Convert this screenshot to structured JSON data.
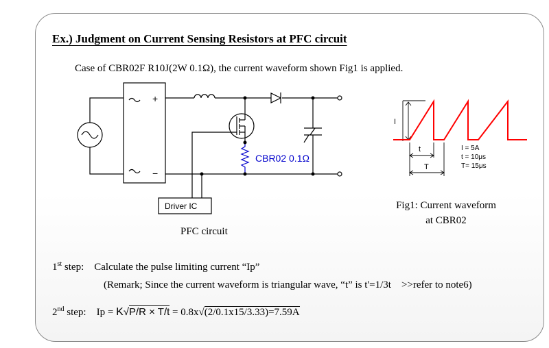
{
  "title": "Ex.) Judgment on Current Sensing Resistors at PFC circuit",
  "case_line": "Case of CBR02F R10J(2W 0.1Ω), the current waveform shown Fig1 is applied.",
  "circuit": {
    "resistor_label": "CBR02 0.1Ω",
    "driver_label": "Driver IC",
    "plus_sign": "+",
    "minus_sign": "−",
    "caption": "PFC circuit"
  },
  "waveform": {
    "label_I": "I",
    "label_t": "t",
    "label_T": "T",
    "param_I": "I =  5A",
    "param_t": "t = 10μs",
    "param_T": "T= 15μs",
    "caption_line1": "Fig1: Current waveform",
    "caption_line2": "at CBR02",
    "color": "#ff0000"
  },
  "step1": {
    "prefix_num": "1",
    "prefix_sup": "st",
    "prefix_rest": " step:",
    "text": "Calculate the pulse limiting current “Ip”",
    "remark": "(Remark; Since the current waveform is triangular wave, “t” is t'=1/3t　>>refer to note6)"
  },
  "step2": {
    "prefix_num": "2",
    "prefix_sup": "nd",
    "prefix_rest": " step:",
    "lhs": "Ip =",
    "k": "K",
    "radicand": "P/R × T/t",
    "rhs_eq": "= 0.8x",
    "rhs_radicand": "(2/0.1x15/3.33)=7.59A"
  },
  "colors": {
    "resistor": "#0000cc",
    "waveform": "#ff0000",
    "border": "#8a8a8a"
  }
}
